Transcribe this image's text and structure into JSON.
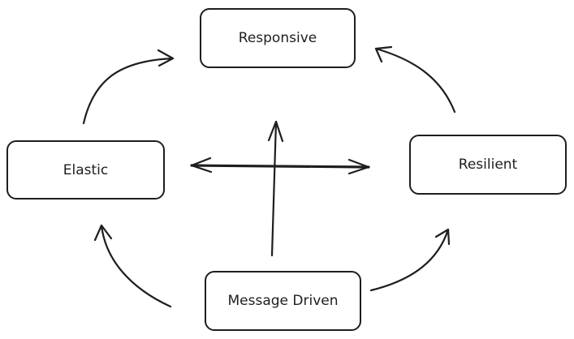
{
  "nodes": {
    "responsive": "Responsive",
    "elastic": "Elastic",
    "resilient": "Resilient",
    "message_driven": "Message Driven"
  },
  "style": {
    "stroke": "#1e1e1e",
    "background": "#ffffff"
  }
}
